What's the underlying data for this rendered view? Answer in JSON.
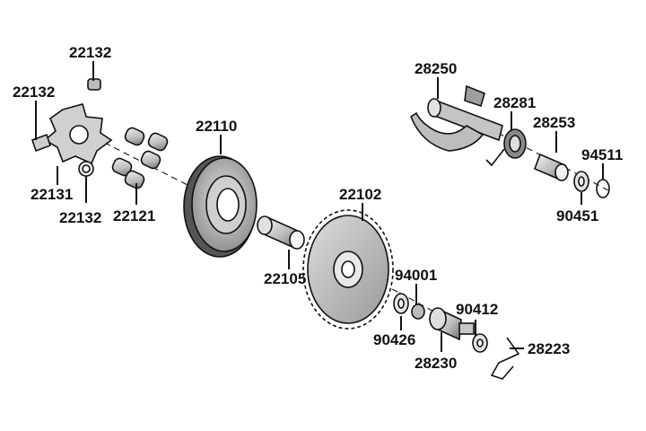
{
  "diagram": {
    "parts": [
      {
        "id": "22132-top",
        "label": "22132"
      },
      {
        "id": "22132-left",
        "label": "22132"
      },
      {
        "id": "22131",
        "label": "22131"
      },
      {
        "id": "22132-bottom",
        "label": "22132"
      },
      {
        "id": "22121",
        "label": "22121"
      },
      {
        "id": "22110",
        "label": "22110"
      },
      {
        "id": "22105",
        "label": "22105"
      },
      {
        "id": "22102",
        "label": "22102"
      },
      {
        "id": "94001",
        "label": "94001"
      },
      {
        "id": "90426",
        "label": "90426"
      },
      {
        "id": "28230",
        "label": "28230"
      },
      {
        "id": "90412",
        "label": "90412"
      },
      {
        "id": "28223",
        "label": "28223"
      },
      {
        "id": "28250",
        "label": "28250"
      },
      {
        "id": "28281",
        "label": "28281"
      },
      {
        "id": "28253",
        "label": "28253"
      },
      {
        "id": "94511",
        "label": "94511"
      },
      {
        "id": "90451",
        "label": "90451"
      }
    ]
  }
}
